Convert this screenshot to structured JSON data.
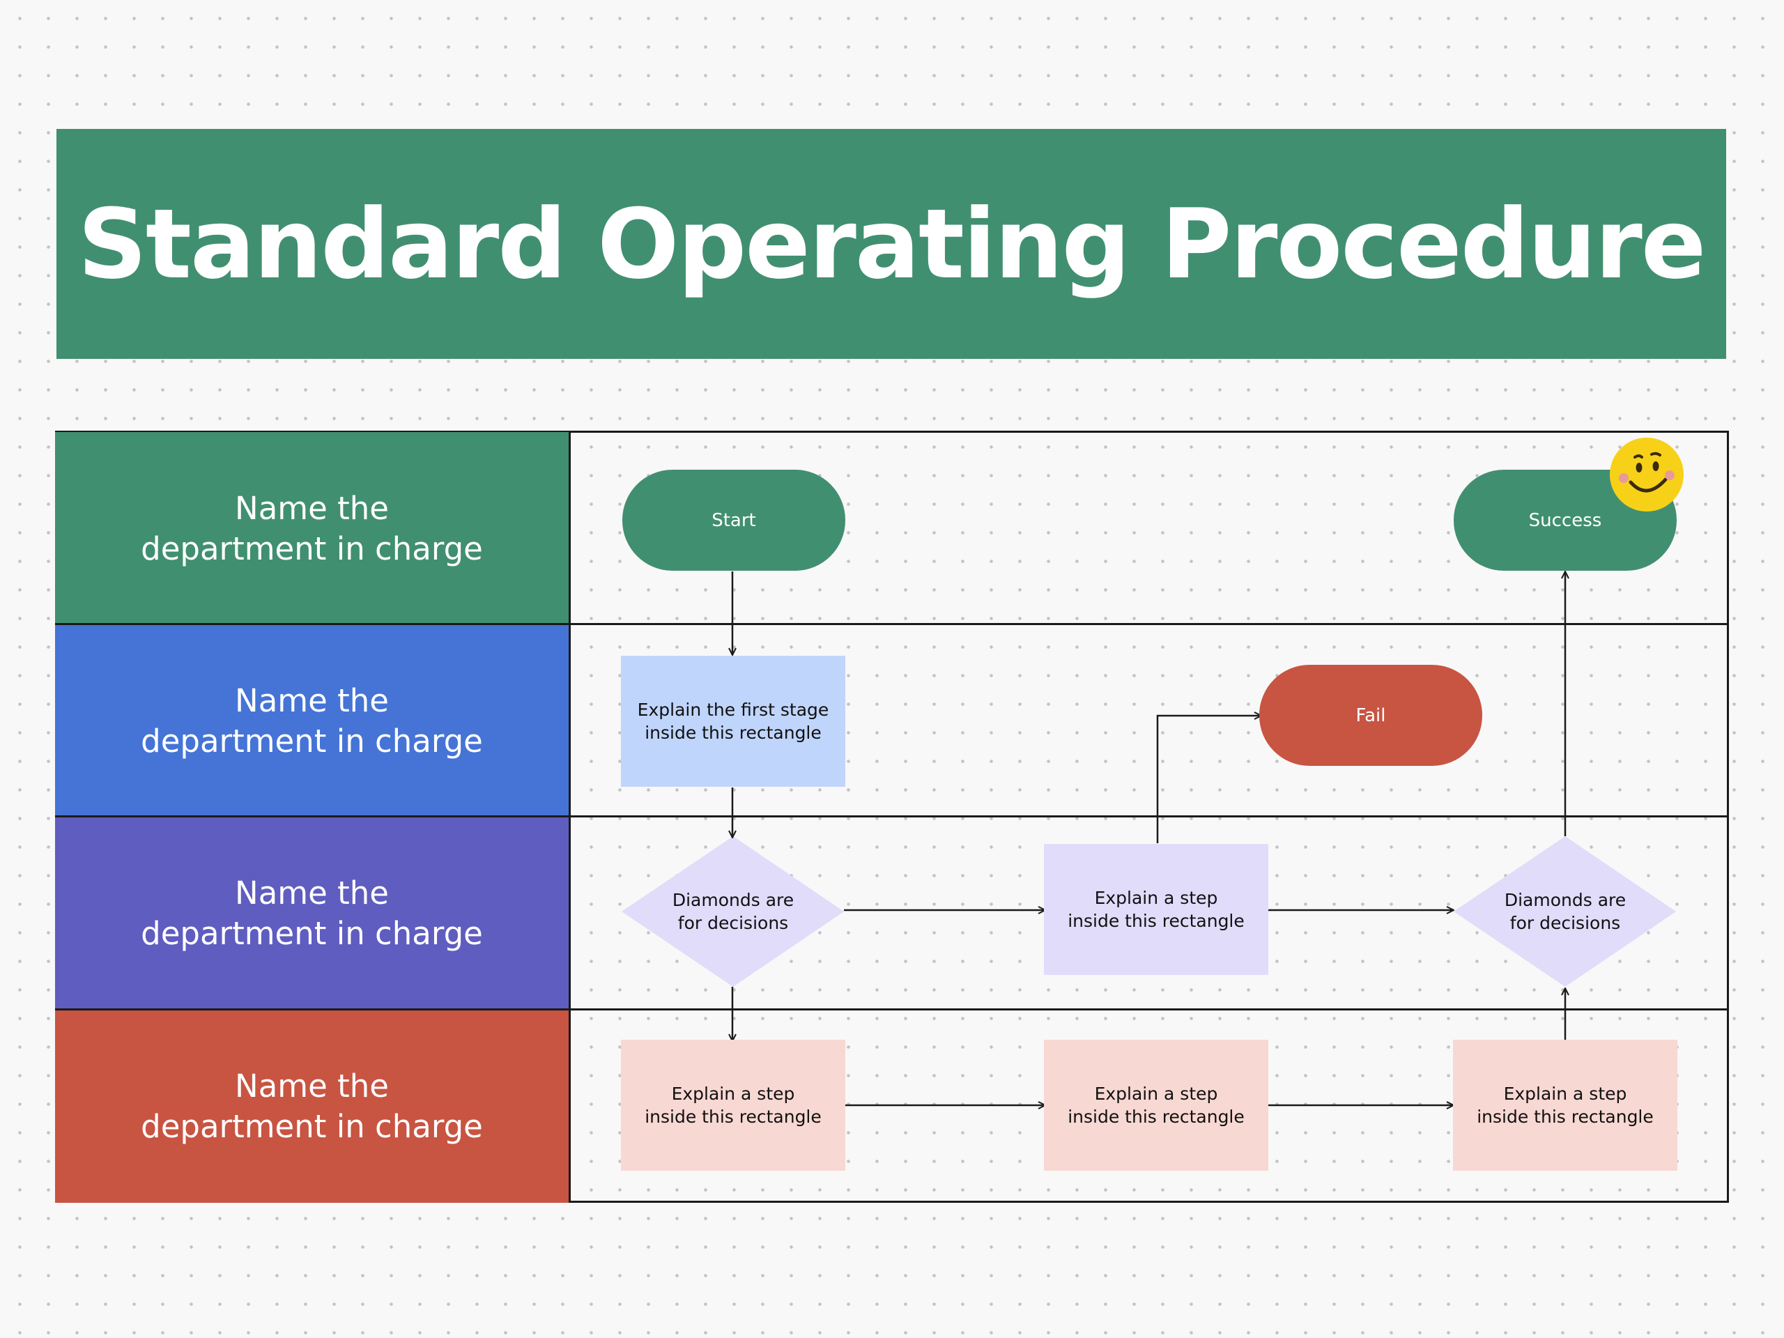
{
  "title": "Standard Operating Procedure",
  "lanes": [
    {
      "label": "Name the\ndepartment in charge",
      "color": "#418f71"
    },
    {
      "label": "Name the\ndepartment in charge",
      "color": "#4574d6"
    },
    {
      "label": "Name the\ndepartment in charge",
      "color": "#5f5dbf"
    },
    {
      "label": "Name the\ndepartment in charge",
      "color": "#c85442"
    }
  ],
  "nodes": {
    "start": "Start",
    "success": "Success",
    "fail": "Fail",
    "first_stage": "Explain the first stage\ninside this rectangle",
    "decision_1": "Diamonds are\nfor decisions",
    "step_middle": "Explain a step\ninside this rectangle",
    "decision_2": "Diamonds are\nfor decisions",
    "step_bottom_1": "Explain a step\ninside this rectangle",
    "step_bottom_2": "Explain a step\ninside this rectangle",
    "step_bottom_3": "Explain a step\ninside this rectangle"
  },
  "colors": {
    "terminal_green": "#418f71",
    "fail_red": "#c85442",
    "first_stage_fill": "#c0d5fb",
    "lane3_fill": "#e0dcfa",
    "lane4_fill": "#f8d8d3"
  },
  "sticker": "smiley-face-icon"
}
